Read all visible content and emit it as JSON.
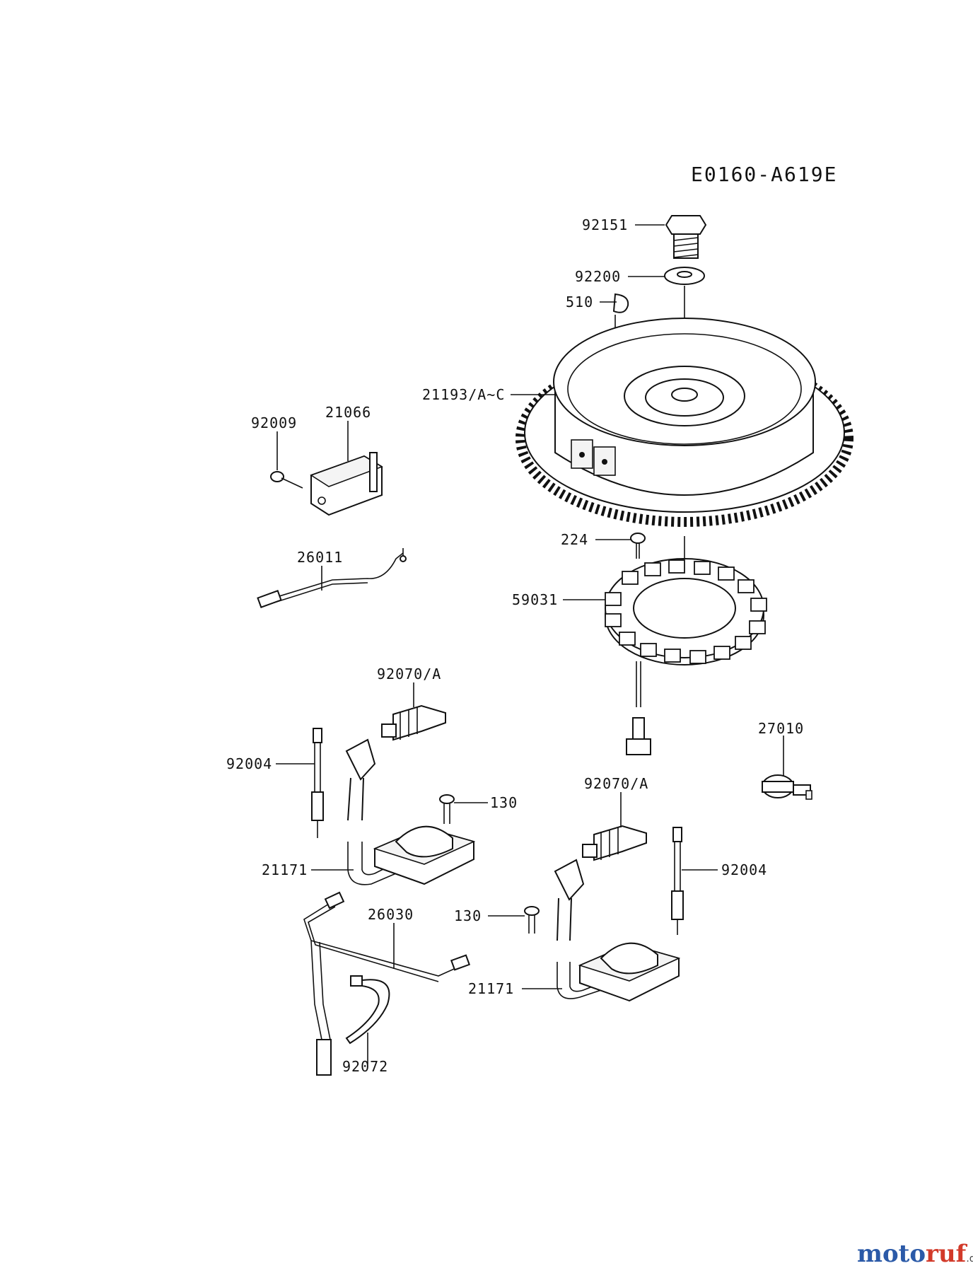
{
  "diagram_code": "E0160-A619E",
  "watermark": {
    "brand_1": "moto",
    "brand_2": "ruf",
    "tld": ".de"
  },
  "callouts": {
    "c92151": "92151",
    "c92200": "92200",
    "c510": "510",
    "c21193": "21193/A~C",
    "c92009": "92009",
    "c21066": "21066",
    "c224": "224",
    "c59031": "59031",
    "c26011": "26011",
    "c92070a_left": "92070/A",
    "c27010": "27010",
    "c92004_left": "92004",
    "c130_left": "130",
    "c92070a_right": "92070/A",
    "c21171_left": "21171",
    "c92004_right": "92004",
    "c26030": "26030",
    "c130_right": "130",
    "c21171_right": "21171",
    "c92072": "92072"
  }
}
